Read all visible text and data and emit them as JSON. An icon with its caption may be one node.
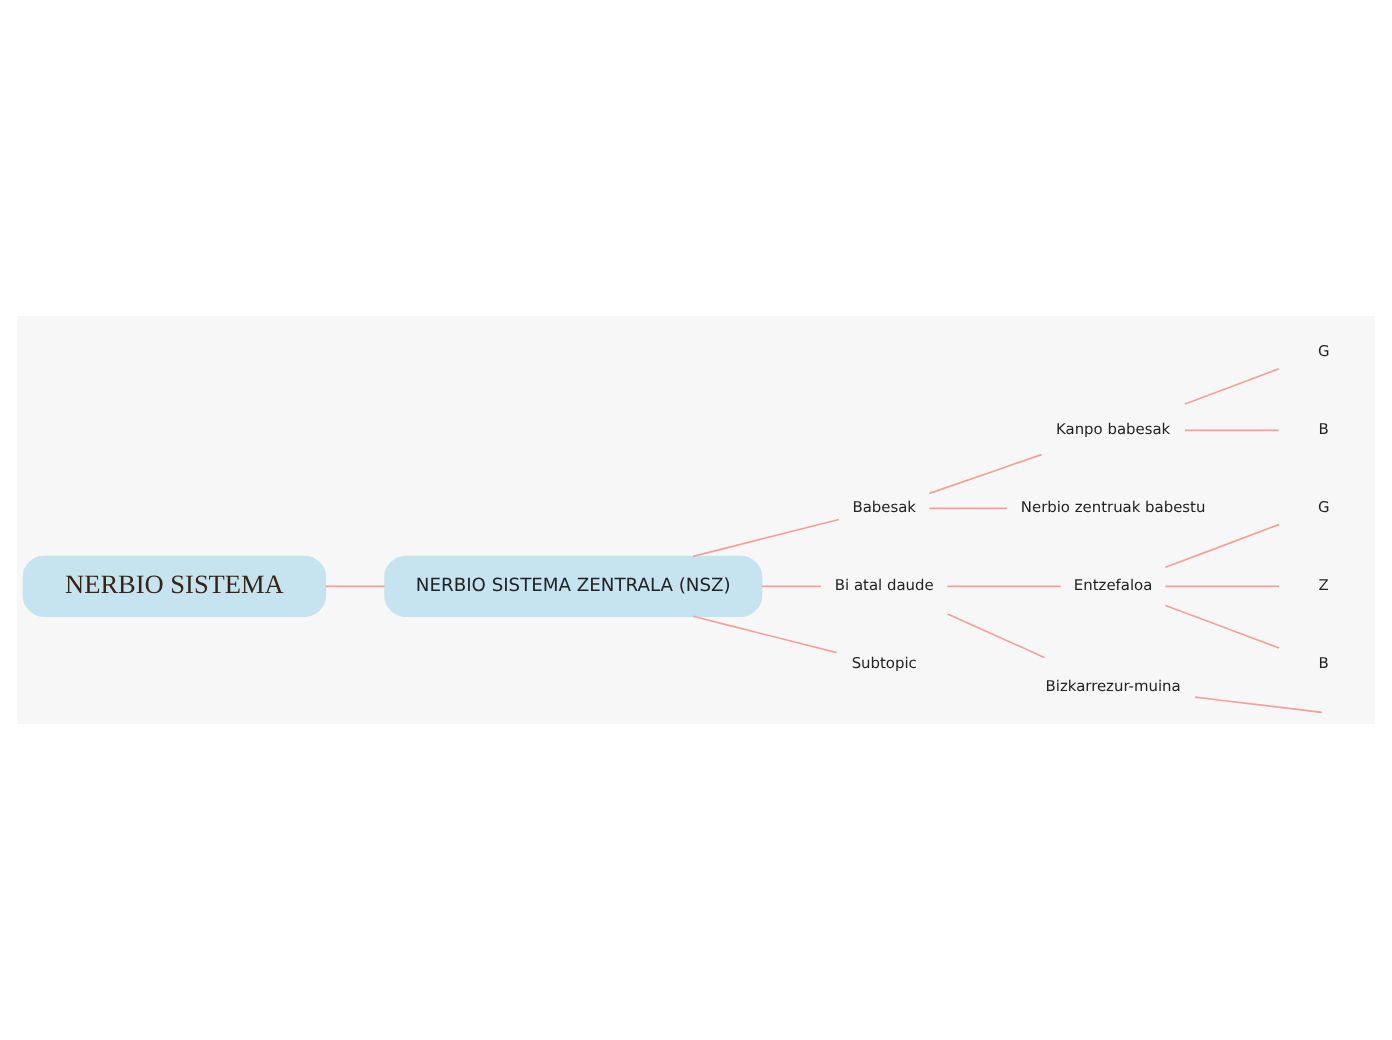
{
  "diagram": {
    "nodes": [
      {
        "text": [
          "NERBIO SISTEMA"
        ]
      },
      {
        "text": [
          "NERBIO SISTEMA ZENTRALA (NSZ)"
        ]
      },
      {
        "text": [
          "Babesak"
        ]
      },
      {
        "text": [
          "Kanpo babesak"
        ]
      },
      {
        "text": [
          "G"
        ]
      },
      {
        "text": [
          "B"
        ]
      },
      {
        "text": [
          "Nerbio zentruak babestu"
        ]
      },
      {
        "text": [
          "Bi atal daude"
        ]
      },
      {
        "text": [
          "Entzefaloa"
        ]
      },
      {
        "text": [
          "G"
        ]
      },
      {
        "text": [
          "Z"
        ]
      },
      {
        "text": [
          "B"
        ]
      },
      {
        "text": [
          "Bizkarrezur-muina"
        ]
      },
      {
        "text": [
          "Subtopic"
        ]
      }
    ],
    "edges": [
      {
        "from": 0,
        "to": 1,
        "arrow": "none"
      },
      {
        "from": 1,
        "to": 2,
        "arrow": "none"
      },
      {
        "from": 2,
        "to": 3,
        "arrow": "none"
      },
      {
        "from": 3,
        "to": 4,
        "arrow": "none"
      },
      {
        "from": 3,
        "to": 5,
        "arrow": "none"
      },
      {
        "from": 2,
        "to": 6,
        "arrow": "none"
      },
      {
        "from": 1,
        "to": 7,
        "arrow": "none"
      },
      {
        "from": 7,
        "to": 8,
        "arrow": "none"
      },
      {
        "from": 8,
        "to": 9,
        "arrow": "none"
      },
      {
        "from": 8,
        "to": 10,
        "arrow": "none"
      },
      {
        "from": 8,
        "to": 11,
        "arrow": "none"
      },
      {
        "from": 7,
        "to": 12,
        "arrow": "none"
      },
      {
        "from": 12,
        "to": null,
        "arrow": "none"
      },
      {
        "from": 1,
        "to": 13,
        "arrow": "none"
      }
    ]
  }
}
